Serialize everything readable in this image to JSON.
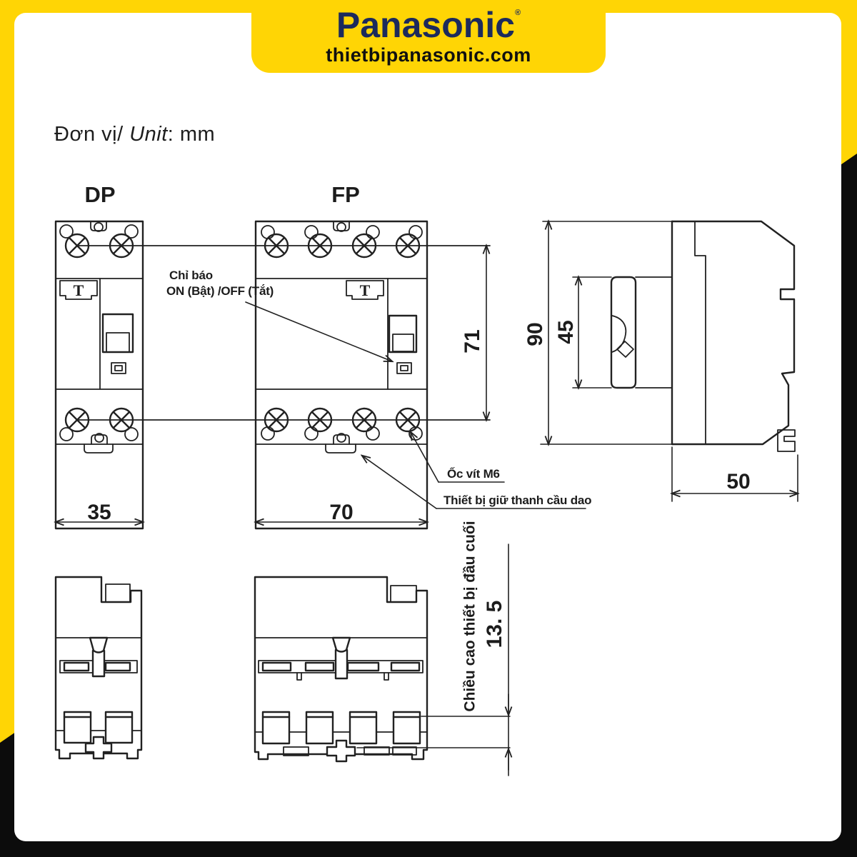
{
  "banner": {
    "brand": "Panasonic",
    "trademark": "®",
    "website": "thietbipanasonic.com"
  },
  "unit_label": {
    "vietnamese": "Đơn vị/ ",
    "english": "Unit",
    "suffix": ": mm"
  },
  "drawing": {
    "front_views": {
      "dp_label": "DP",
      "fp_label": "FP"
    },
    "dimensions": {
      "dp_width": "35",
      "fp_width": "70",
      "terminal_pitch": "71",
      "body_height": "90",
      "handle_height": "45",
      "depth": "50",
      "terminal_height": "13. 5"
    },
    "annotations": {
      "indicator_line1": "Chỉ báo",
      "indicator_line2": "ON (Bật) /OFF (Tắt)",
      "screw": "Ốc vít M6",
      "rail_holder": "Thiết bị giữ thanh cầu dao",
      "terminal_height_label": "Chiều cao thiết bị đầu cuối",
      "t_marking": "T"
    }
  },
  "colors": {
    "brand_yellow": "#ffd505",
    "logo_navy": "#1c2a5c",
    "paper_white": "#ffffff",
    "frame_black": "#0c0c0c",
    "line_dark": "#212121"
  }
}
